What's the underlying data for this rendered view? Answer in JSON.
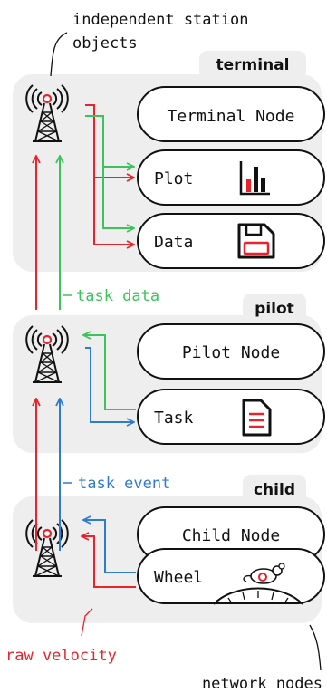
{
  "annotations": {
    "independent_station_line1": "independent station",
    "independent_station_line2": "objects",
    "task_data": "task data",
    "task_event": "task event",
    "raw_velocity": "raw velocity",
    "network_nodes": "network nodes"
  },
  "groups": {
    "terminal": {
      "label": "terminal",
      "nodes": {
        "terminal_node": "Terminal Node",
        "plot": "Plot",
        "data": "Data"
      },
      "icons": [
        "radio-tower-icon",
        "bar-chart-icon",
        "floppy-disk-icon"
      ]
    },
    "pilot": {
      "label": "pilot",
      "nodes": {
        "pilot_node": "Pilot Node",
        "task": "Task"
      },
      "icons": [
        "radio-tower-icon",
        "document-icon"
      ]
    },
    "child": {
      "label": "child",
      "nodes": {
        "child_node": "Child Node",
        "wheel": "Wheel"
      },
      "icons": [
        "radio-tower-icon",
        "mouse-on-wheel-icon"
      ]
    }
  },
  "colors": {
    "panel": "#eeeeee",
    "stroke": "#111111",
    "red": "#e8232b",
    "green": "#3cc35a",
    "blue": "#2f7bd0"
  }
}
